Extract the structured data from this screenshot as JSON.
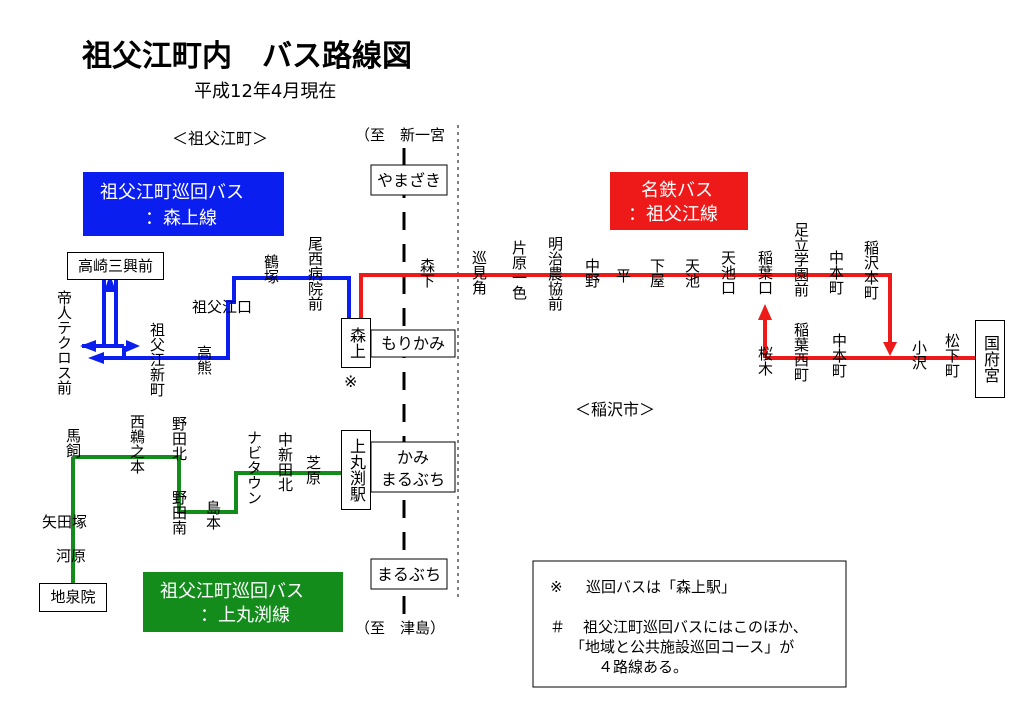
{
  "title": "祖父江町内　バス路線図",
  "subtitle": "平成12年4月現在",
  "region_top": "＜祖父江町＞",
  "region_mid": "＜稲沢市＞",
  "to_north": "（至　新一宮",
  "to_south": "（至　津島）",
  "colors": {
    "blue": "#0a1ef0",
    "red": "#ee1a1a",
    "green": "#138c1c"
  },
  "legend_blue": {
    "line1": "祖父江町巡回バス",
    "line2": "：森上線"
  },
  "legend_red": {
    "line1": "名鉄バス",
    "line2": "：祖父江線"
  },
  "legend_green": {
    "line1": "祖父江町巡回バス",
    "line2": "：上丸渕線"
  },
  "rail_stations": [
    "やまざき",
    "もりかみ",
    "かみ\nまるぶち",
    "まるぶち"
  ],
  "boxed_stops": {
    "takasaki": "高崎三興前",
    "morikami": "森上",
    "kamimarubuchi": "上丸渕駅",
    "jisenin": "地泉院",
    "kokufunomiya": "国府宮"
  },
  "mark_asterisk": "※",
  "blue_stops": {
    "teijin": "帝人テクロス前",
    "sobue_shinmachi": "祖父江新町",
    "takakuma": "高熊",
    "sobue_guchi": "祖父江口",
    "tsurutsuka": "鶴塚",
    "onishi_hospital": "尾西病院前"
  },
  "red_stops": {
    "morishita": "森下",
    "junkenkaku": "巡見角",
    "kataharaisshiki": "片原一色",
    "meiji_nokyo": "明治農協前",
    "nakano": "中野",
    "taira": "平",
    "shimoya": "下屋",
    "amaike": "天池",
    "amaikeguchi": "天池口",
    "inabaguchi": "稲葉口",
    "adachi_gakuen": "足立学園前",
    "nakahonmachi_n": "中本町",
    "inazawa_honmachi": "稲沢本町",
    "sakuragi": "桜木",
    "inaba_nishimachi": "稲葉西町",
    "nakahonmachi_s": "中本町",
    "kozawa": "小沢",
    "matsushitamachi": "松下町"
  },
  "green_stops": {
    "umakai": "馬飼",
    "nishiuzunomoto": "西鵜之本",
    "nodakita": "野田北",
    "nodaminami": "野田南",
    "shimamoto": "島本",
    "navitown": "ナビタウン",
    "shinden_kita": "中新田北",
    "shibahara": "芝原",
    "yadazuka": "矢田塚",
    "kawahara": "河原"
  },
  "notes": {
    "n1_mark": "※",
    "n1_text": "巡回バスは「森上駅」",
    "n2_mark": "＃",
    "n2_line1": "祖父江町巡回バスにはこのほか、",
    "n2_line2": "「地域と公共施設巡回コース」が",
    "n2_line3": "４路線ある。"
  }
}
